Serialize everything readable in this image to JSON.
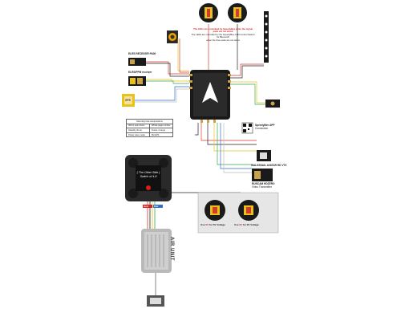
{
  "labels": {
    "receiver1": "ELRS RECEIVER PA00",
    "receiver2": "ELRS/PPM receiver",
    "gps": "GPS",
    "speedybee": "SpeedyBee APP",
    "speedybee_sub": "Connection",
    "vtx_hd": "WALKSNAIL AVATAR HD VTX",
    "vtx_analog": "Video Transmitter",
    "vtx_analog_name": "RUNCAM HDZERO",
    "air_unit": "AIR UNIT"
  },
  "top_note": {
    "red": "The LEDs are controlled by SpeedyBee when the signal pads are not wired",
    "line2": "The LEDs are controlled by the SpeedyBee LED Control Switch for Bluetooth",
    "line3": "when the blue pads are not wired"
  },
  "esc_board": {
    "line1": "( The Other Side )",
    "line2": "Switch of 4-8"
  },
  "legend": {
    "header": "Mounting hole size/positions",
    "rows": [
      [
        "30mm spar drone",
        "Whole page number"
      ],
      [
        "Standby drone",
        "Frame 4 range"
      ],
      [
        "Power save mode",
        "BL/GPS"
      ]
    ]
  },
  "voltage_hint": {
    "left_pre": "Use",
    "left_red": "5V",
    "left_post": "for 5V Voltage",
    "right_pre": "Use",
    "right_red": "9V",
    "right_post": "for 9V Voltage"
  },
  "badges": [
    "Gnd",
    "Pwr"
  ],
  "colors": {
    "wire_red": "#d63a2f",
    "wire_black": "#222222",
    "wire_yellow": "#e8c21a",
    "wire_green": "#3aa84a",
    "wire_blue": "#2c6fd1",
    "wire_white": "#bfbfbf",
    "board": "#1a1a1a",
    "pad": "#c9a24a",
    "air_unit": "#b9b9b9",
    "accent_red": "#d81e1e"
  }
}
